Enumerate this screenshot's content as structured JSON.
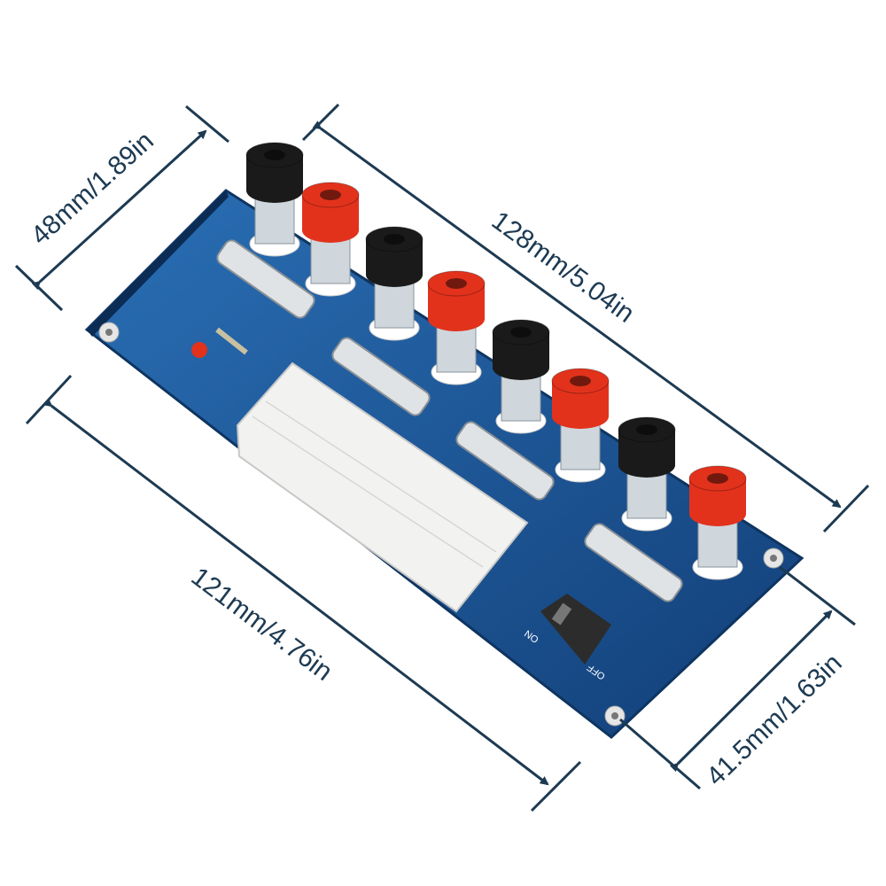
{
  "dimensions": {
    "width": "48mm/1.89in",
    "length": "128mm/5.04in",
    "board_length": "121mm/4.76in",
    "board_width": "41.5mm/1.63in"
  },
  "switch_labels": {
    "on": "ON",
    "off": "OFF"
  },
  "colors": {
    "dimension_line": "#1d3a52",
    "pcb": "#1c5a9c",
    "red_post": "#e2321c",
    "black_post": "#1a1a1a"
  }
}
